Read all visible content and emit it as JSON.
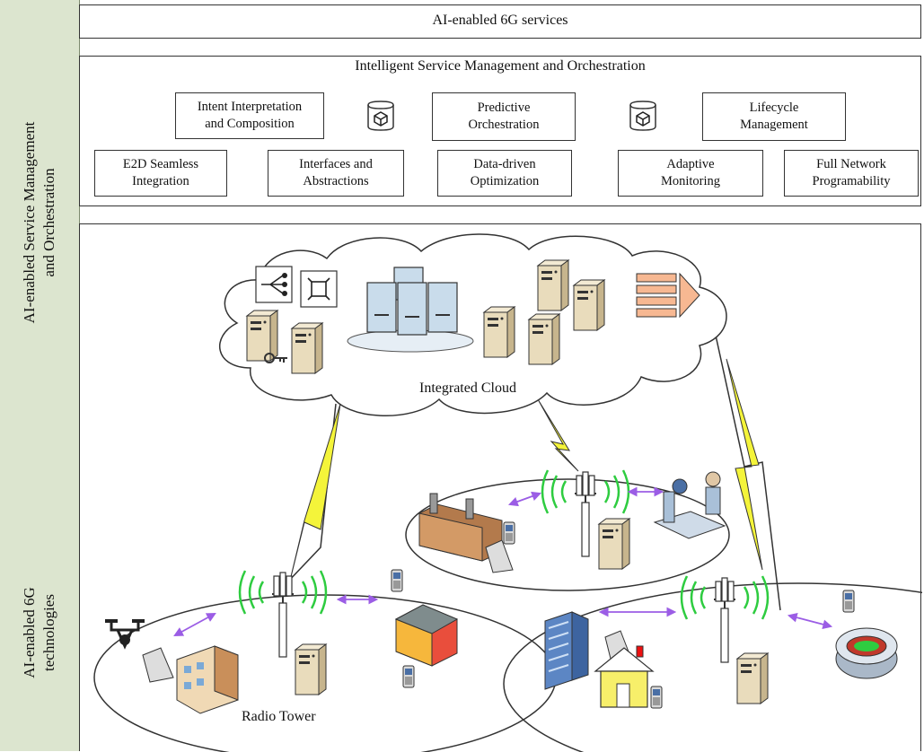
{
  "sidebar": {
    "top_label": [
      "AI-enabled Service Management",
      "and Orchestration"
    ],
    "bottom_label": [
      "AI-enabled 6G",
      "technologies"
    ],
    "background": "#dce5cf"
  },
  "services": {
    "title": "AI-enabled 6G services"
  },
  "orchestration": {
    "title": "Intelligent Service Management and Orchestration",
    "modules": [
      {
        "label": "Intent Interpretation\nand Composition"
      },
      {
        "label": "Predictive\nOrchestration"
      },
      {
        "label": "Lifecycle\nManagement"
      },
      {
        "label": "E2D Seamless\nIntegration"
      },
      {
        "label": "Interfaces and\nAbstractions"
      },
      {
        "label": "Data-driven\nOptimization"
      },
      {
        "label": "Adaptive\nMonitoring"
      },
      {
        "label": "Full Network\nProgramability"
      }
    ]
  },
  "network": {
    "cloud_label": "Integrated Cloud",
    "tower_label": "Radio Tower",
    "colors": {
      "link_arrow": "#9b5de5",
      "signal_wave": "#2ecc40",
      "lightning": "#f4f43a",
      "server": "#e9dcbc",
      "rack": "#c9dceb"
    }
  }
}
